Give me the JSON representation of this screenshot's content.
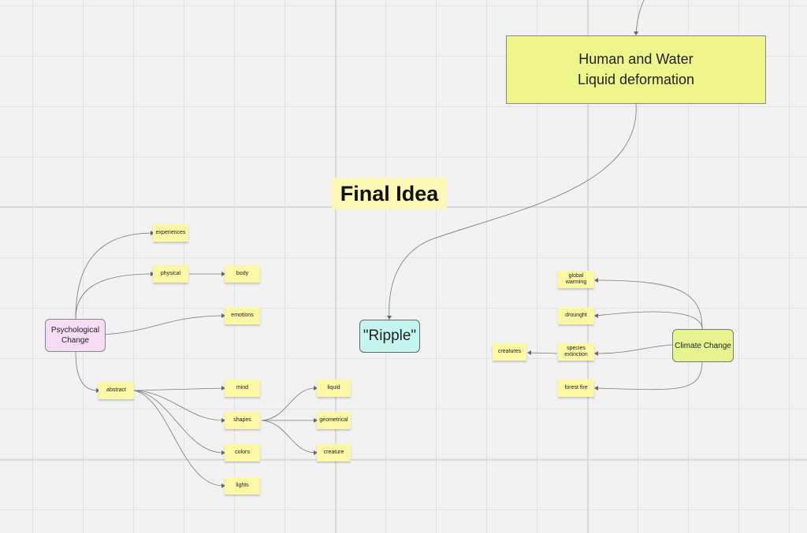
{
  "board": {
    "title": "Final Idea",
    "main_box": {
      "line1": "Human and Water",
      "line2": "Liquid deformation"
    },
    "center_node": "\"Ripple\"",
    "psychological": {
      "line1": "Psychological",
      "line2": "Change",
      "experiences": "experiences",
      "physical": "physical",
      "body": "body",
      "emotions": "emotions",
      "abstract": "abstract",
      "mind": "mind",
      "shapes": "shapes",
      "colors": "colors",
      "lights": "lights",
      "liquid": "liquid",
      "geometrical": "geometrical",
      "creature": "creature"
    },
    "climate": {
      "label": "Climate Change",
      "global_warming_1": "global",
      "global_warming_2": "warming",
      "drounght": "drounght",
      "species_1": "species",
      "species_2": "extinction",
      "creatures": "creatures",
      "forest_fire": "forest fire"
    }
  },
  "colors": {
    "canvas": "#f2f2f2",
    "sticky": "#fdf8a5",
    "main_box": "#eef58b",
    "ripple": "#c4f5ef",
    "psychological": "#f7dcf5",
    "climate": "#e6f58f"
  }
}
